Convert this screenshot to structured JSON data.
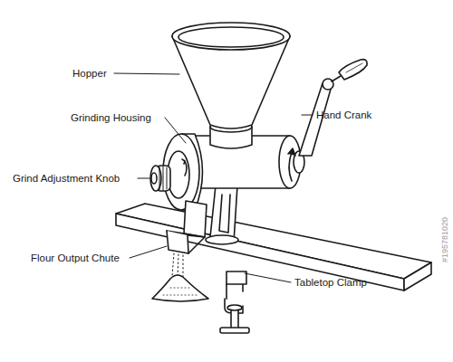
{
  "diagram": {
    "labels": [
      "Hopper",
      "Grinding Housing",
      "Grind Adjustment Knob",
      "Flour Output Chute",
      "Hand Crank",
      "Tabletop Clamp",
      "#195781020"
    ]
  }
}
